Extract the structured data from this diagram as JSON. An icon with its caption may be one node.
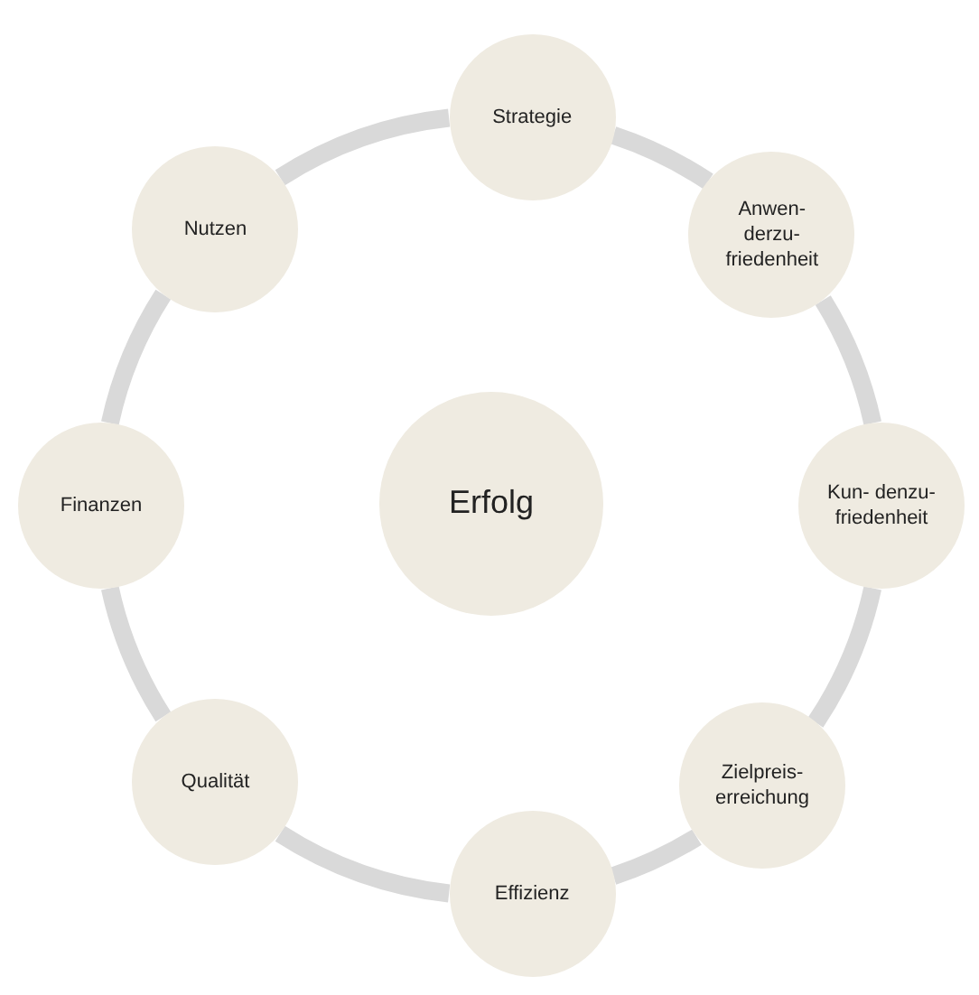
{
  "diagram": {
    "nodes": [
      {
        "text": [
          "Erfolg"
        ]
      },
      {
        "text": [
          "Strategie"
        ]
      },
      {
        "text": [
          "Anwen- derzu- friedenheit"
        ]
      },
      {
        "text": [
          "Kun- denzu- friedenheit"
        ]
      },
      {
        "text": [
          "Zielpreis- erreichung"
        ]
      },
      {
        "text": [
          "Effizienz"
        ]
      },
      {
        "text": [
          "Qualität"
        ]
      },
      {
        "text": [
          "Finanzen"
        ]
      },
      {
        "text": [
          "Nutzen"
        ]
      }
    ],
    "edges": [
      {
        "from": 1,
        "to": 2,
        "arrow": "none"
      },
      {
        "from": 2,
        "to": 3,
        "arrow": "none"
      },
      {
        "from": 3,
        "to": 4,
        "arrow": "none"
      },
      {
        "from": 4,
        "to": 5,
        "arrow": "none"
      },
      {
        "from": 5,
        "to": 6,
        "arrow": "none"
      },
      {
        "from": 6,
        "to": 7,
        "arrow": "none"
      },
      {
        "from": 7,
        "to": 8,
        "arrow": "none"
      },
      {
        "from": 8,
        "to": 1,
        "arrow": "none"
      }
    ]
  }
}
